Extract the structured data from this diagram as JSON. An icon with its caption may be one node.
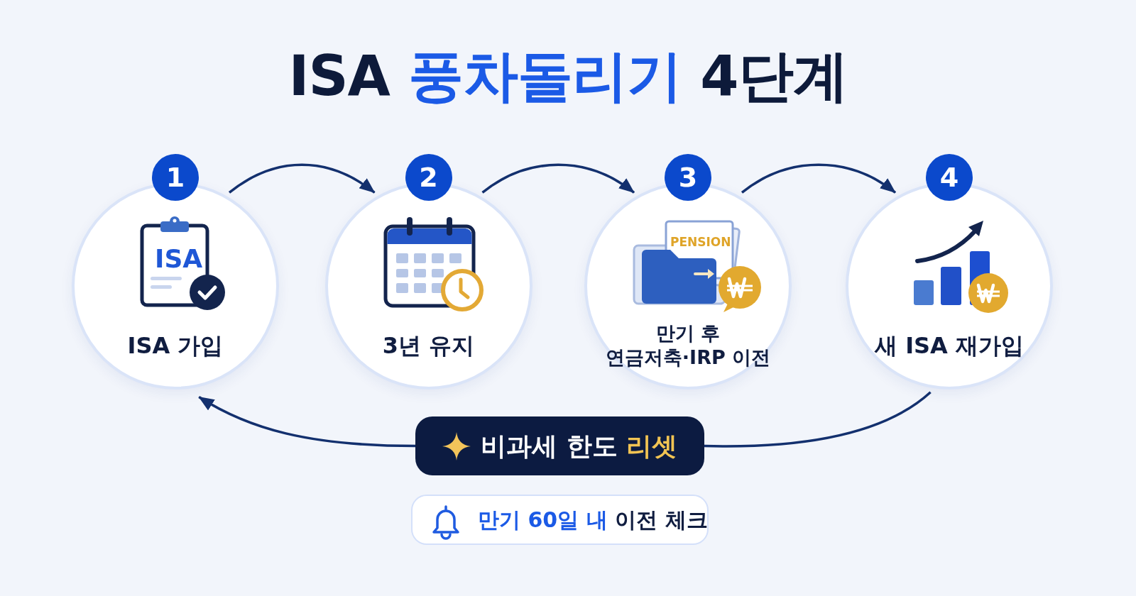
{
  "diagram": {
    "title": "ISA **풍차돌리기** 4단계",
    "nodes": [
      {
        "text": [
          "1",
          "ISA 가입"
        ]
      },
      {
        "text": [
          "2",
          "3년 유지"
        ]
      },
      {
        "text": [
          "3",
          "만기 후 연금저축·IRP 이전"
        ]
      },
      {
        "text": [
          "4",
          "새 ISA 재가입"
        ]
      },
      {
        "text": [
          "비과세 한도 **리셋**"
        ]
      },
      {
        "text": [
          "**만기 60일 내** 이전 체크"
        ]
      }
    ],
    "edges": [
      {
        "from": 0,
        "to": 1,
        "arrow": "to"
      },
      {
        "from": 1,
        "to": 2,
        "arrow": "to"
      },
      {
        "from": 2,
        "to": 3,
        "arrow": "to"
      },
      {
        "from": 3,
        "to": 4,
        "arrow": "none"
      },
      {
        "from": 4,
        "to": 0,
        "arrow": "to"
      }
    ],
    "labels": [
      "ISA",
      "PENSION"
    ]
  }
}
